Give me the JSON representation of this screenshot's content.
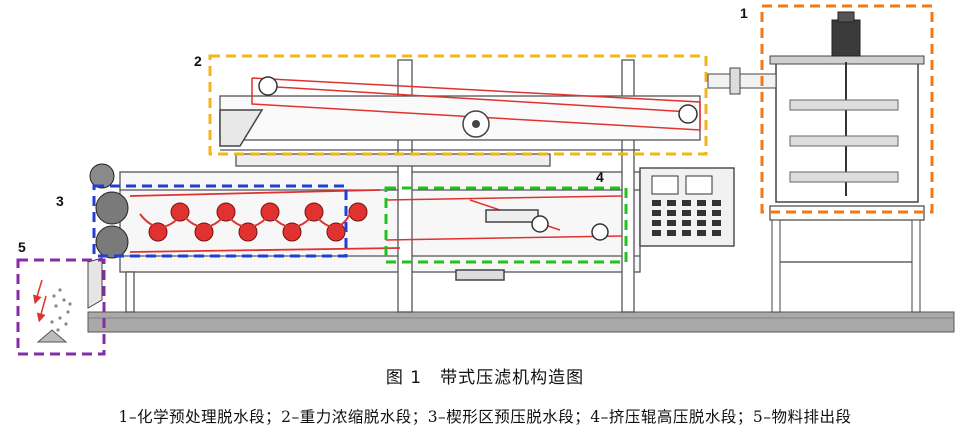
{
  "figure": {
    "caption": "图 1　带式压滤机构造图",
    "legend": "1–化学预处理脱水段；2–重力浓缩脱水段；3–楔形区预压脱水段；4–挤压辊高压脱水段；5–物料排出段"
  },
  "zones": [
    {
      "label": "1",
      "color": "#f07a1a"
    },
    {
      "label": "2",
      "color": "#f2b517"
    },
    {
      "label": "3",
      "color": "#1f3fd6"
    },
    {
      "label": "4",
      "color": "#22c21e"
    },
    {
      "label": "5",
      "color": "#8a2aa8"
    }
  ],
  "colors": {
    "belt": "#e0322f",
    "frame": "#555555",
    "base": "#a9a9a9"
  }
}
